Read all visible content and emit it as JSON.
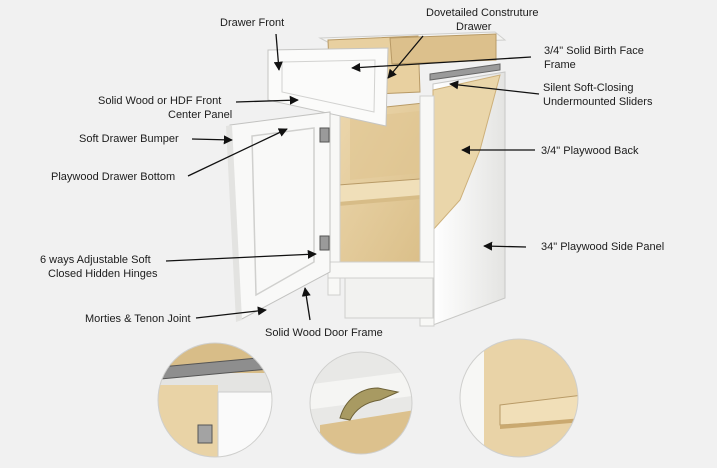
{
  "labels": {
    "drawer_front": "Drawer Front",
    "dovetail_line1": "Dovetailed Construture",
    "dovetail_line2": "Drawer",
    "solid_wood_line1": "Solid Wood or HDF Front",
    "solid_wood_line2": "Center Panel",
    "bumper": "Soft Drawer Bumper",
    "drawer_bottom": "Playwood Drawer Bottom",
    "hinges_line1": "6 ways Adjustable Soft",
    "hinges_line2": "Closed Hidden Hinges",
    "mortise": "Morties & Tenon Joint",
    "door_frame": "Solid Wood Door Frame",
    "birth_line1": "3/4\" Solid Birth Face",
    "birth_line2": "Frame",
    "sliders_line1": "Silent Soft-Closing",
    "sliders_line2": "Undermounted Sliders",
    "back": "3/4\" Playwood Back",
    "side_panel": "34\" Playwood Side Panel"
  },
  "colors": {
    "background": "#f1f1f1",
    "cabinet_white": "#f7f7f5",
    "plywood": "#e6cfa2",
    "arrow": "#111111",
    "text": "#1c1c1c"
  },
  "icons": {
    "hinge": "hinge-icon",
    "slider": "drawer-slider-icon",
    "bracket": "corner-bracket-icon"
  }
}
